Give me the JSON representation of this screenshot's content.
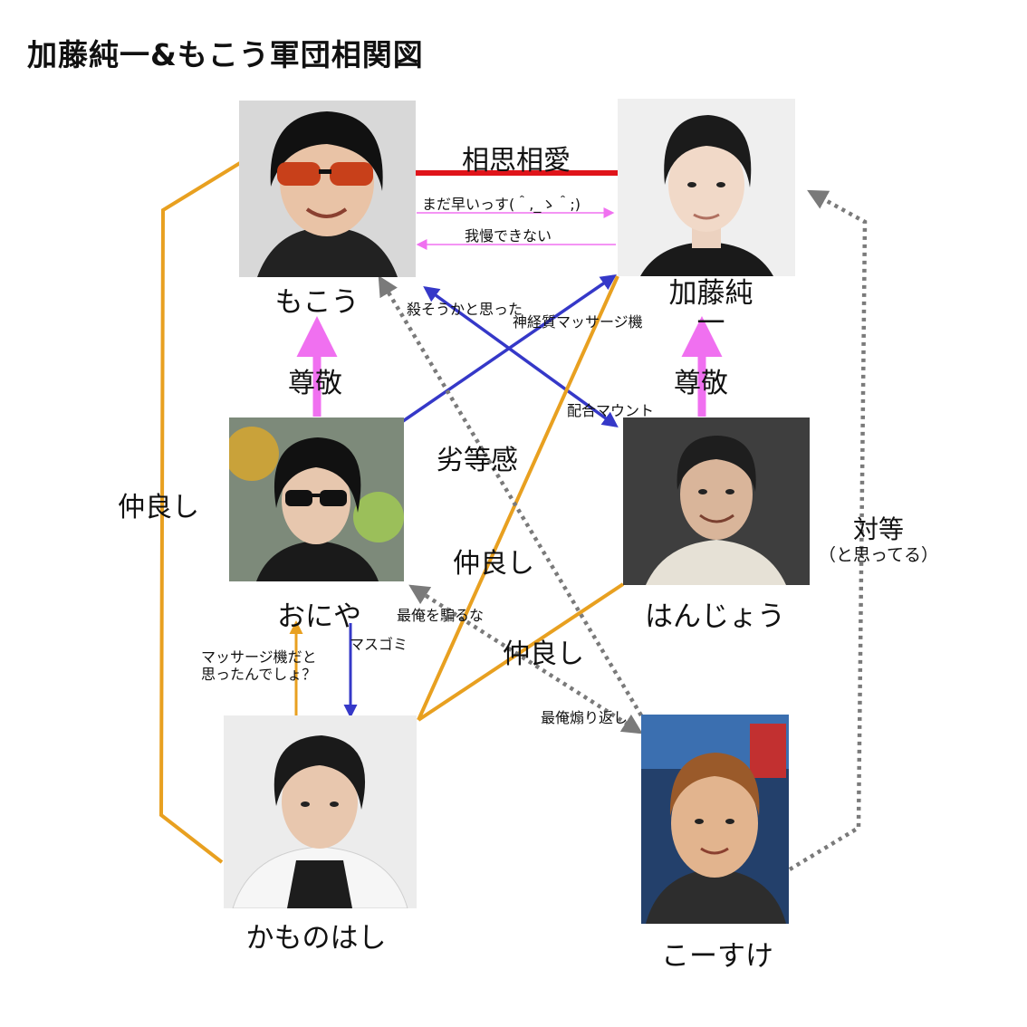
{
  "title": "加藤純一&もこう軍団相関図",
  "people": {
    "mokou": "もこう",
    "kato": "加藤純一",
    "oniya": "おにや",
    "hanjou": "はんじょう",
    "kamonohashi": "かものはし",
    "kosuke": "こーすけ"
  },
  "labels": {
    "soushi_souai": "相思相愛",
    "mada_hayai": "まだ早いっす(＾,_ゝ＾;)",
    "gaman": "我慢できない",
    "korosou": "殺そうかと思った",
    "shinkeishitsu": "神経質マッサージ機",
    "haigou_mount": "配合マウント",
    "sonkei_left": "尊敬",
    "sonkei_right": "尊敬",
    "rettoukan": "劣等感",
    "nakayoshi_left": "仲良し",
    "nakayoshi_mid": "仲良し",
    "nakayoshi_low": "仲良し",
    "taitou": "対等",
    "taitou_sub": "（と思ってる）",
    "saiore_damasu": "最俺を騙るな",
    "masugomi": "マスゴミ",
    "massage_line1": "マッサージ機だと",
    "massage_line2": "思ったんでしょ？",
    "saiore_aori": "最俺煽り返し"
  },
  "colors": {
    "love": "#e0141a",
    "pink": "#f070f0",
    "blue": "#3538c8",
    "orange": "#e8a020",
    "gray": "#7a7a7a"
  }
}
